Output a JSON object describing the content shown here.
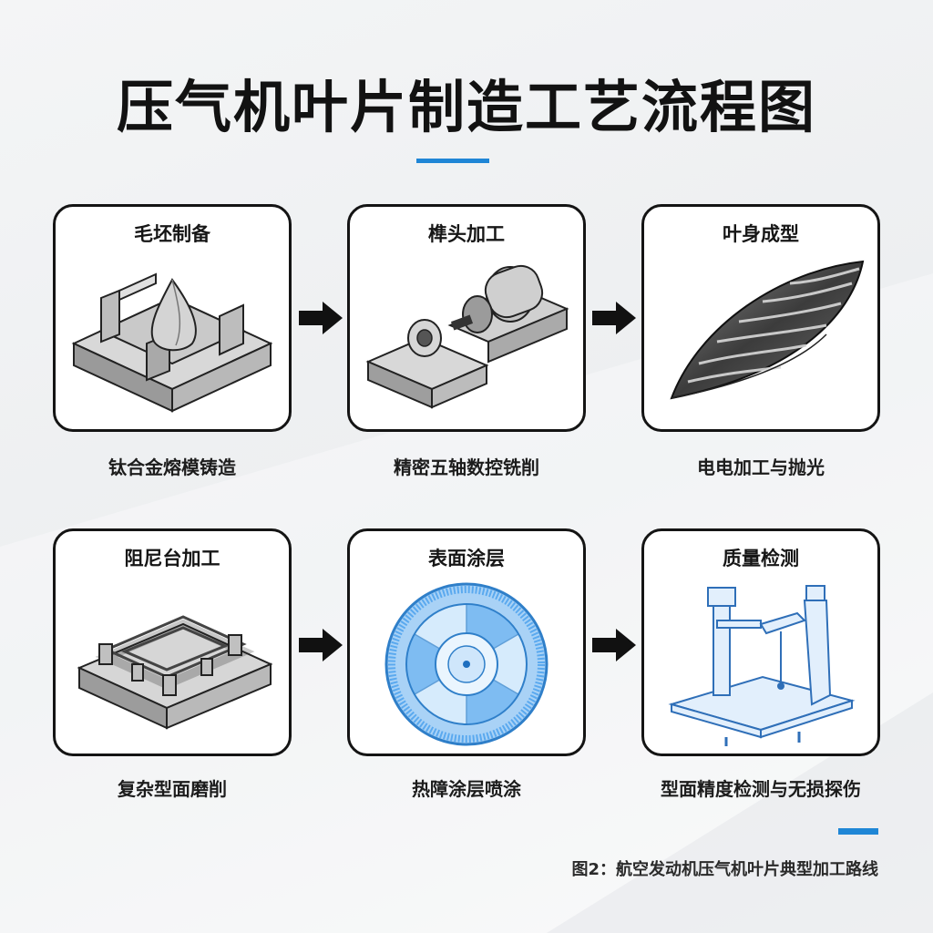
{
  "title": "压气机叶片制造工艺流程图",
  "steps": [
    {
      "title": "毛坯制备",
      "caption": "钛合金熔模铸造",
      "icon": "casting-mold-icon"
    },
    {
      "title": "榫头加工",
      "caption": "精密五轴数控铣削",
      "icon": "cnc-milling-icon"
    },
    {
      "title": "叶身成型",
      "caption": "电电加工与抛光",
      "icon": "blade-airfoil-icon"
    },
    {
      "title": "阻尼台加工",
      "caption": "复杂型面磨削",
      "icon": "grinding-fixture-icon"
    },
    {
      "title": "表面涂层",
      "caption": "热障涂层喷涂",
      "icon": "coated-disk-icon"
    },
    {
      "title": "质量检测",
      "caption": "型面精度检测与无损探伤",
      "icon": "cmm-inspection-icon"
    }
  ],
  "figure_caption": "图2：航空发动机压气机叶片典型加工路线",
  "colors": {
    "accent": "#1f86d6",
    "border": "#141414",
    "coating": "#5aa9ef"
  }
}
